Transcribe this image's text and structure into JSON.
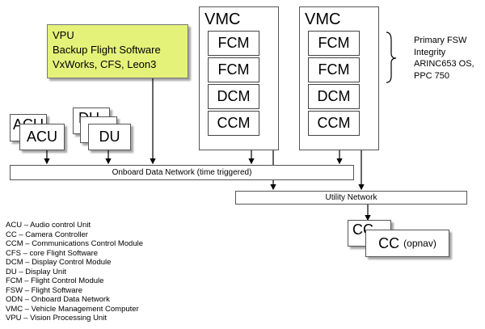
{
  "vpu": {
    "lines": [
      "VPU",
      "Backup Flight Software",
      "VxWorks, CFS, Leon3"
    ]
  },
  "vmc_left": {
    "title": "VMC",
    "modules": [
      "FCM",
      "FCM",
      "DCM",
      "CCM"
    ]
  },
  "vmc_right": {
    "title": "VMC",
    "modules": [
      "FCM",
      "FCM",
      "DCM",
      "CCM"
    ]
  },
  "acu": {
    "back": "ACU",
    "front": "ACU"
  },
  "du": {
    "back": "DU",
    "front": "DU"
  },
  "cc": {
    "back": "CC",
    "front_main": "CC",
    "front_sub": "(opnav)"
  },
  "networks": {
    "odn": "Onboard Data Network (time triggered)",
    "utility": "Utility Network"
  },
  "annotation": {
    "lines": [
      "Primary FSW",
      "Integrity",
      "ARINC653 OS,",
      "PPC 750"
    ]
  },
  "legend": [
    "ACU – Audio control Unit",
    "CC – Camera Controller",
    "CCM – Communications Control Module",
    "CFS – core Flight Software",
    "DCM – Display Control Module",
    "DU – Display Unit",
    "FCM – Flight Control Module",
    "FSW – Flight Software",
    "ODN – Onboard Data Network",
    "VMC – Vehicle Management Computer",
    "VPU – Vision Processing Unit"
  ]
}
